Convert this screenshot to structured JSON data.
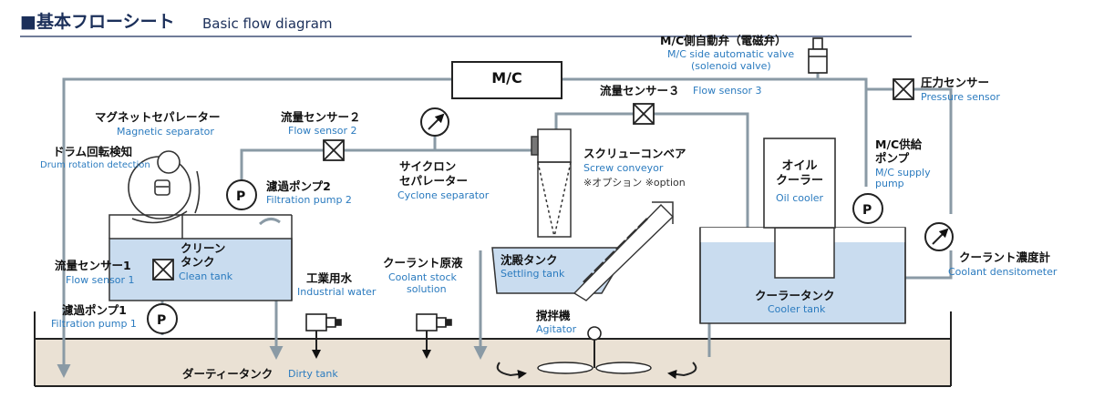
{
  "header": {
    "title_jp": "■基本フローシート",
    "title_en": "Basic flow diagram"
  },
  "mc": {
    "label": "M/C"
  },
  "mc_valve": {
    "jp": "M/C側自動弁（電磁弁）",
    "en1": "M/C side automatic valve",
    "en2": "(solenoid valve)"
  },
  "pressure_sensor": {
    "jp": "圧力センサー",
    "en": "Pressure sensor"
  },
  "flow_sensor_3": {
    "jp": "流量センサー３",
    "en": "Flow sensor 3"
  },
  "flow_sensor_2": {
    "jp": "流量センサー２",
    "en": "Flow sensor 2"
  },
  "flow_sensor_1": {
    "jp": "流量センサー1",
    "en": "Flow sensor 1"
  },
  "magnetic_separator": {
    "jp": "マグネットセパレーター",
    "en": "Magnetic separator"
  },
  "drum_detection": {
    "jp": "ドラム回転検知",
    "en": "Drum rotation detection"
  },
  "filtration_pump_2": {
    "jp": "濾過ポンプ2",
    "en": "Filtration pump 2"
  },
  "filtration_pump_1": {
    "jp": "濾過ポンプ1",
    "en": "Filtration pump 1"
  },
  "clean_tank": {
    "jp1": "クリーン",
    "jp2": "タンク",
    "en": "Clean tank"
  },
  "cyclone": {
    "jp1": "サイクロン",
    "jp2": "セパレーター",
    "en": "Cyclone separator"
  },
  "screw_conveyor": {
    "jp": "スクリューコンベア",
    "en": "Screw conveyor",
    "option": "※オプション ※option"
  },
  "settling_tank": {
    "jp": "沈殿タンク",
    "en": "Settling tank"
  },
  "industrial_water": {
    "jp": "工業用水",
    "en": "Industrial water"
  },
  "coolant_stock": {
    "jp": "クーラント原液",
    "en1": "Coolant stock",
    "en2": "solution"
  },
  "agitator": {
    "jp": "撹拌機",
    "en": "Agitator"
  },
  "dirty_tank": {
    "jp": "ダーティータンク",
    "en": "Dirty tank"
  },
  "oil_cooler": {
    "jp1": "オイル",
    "jp2": "クーラー",
    "en": "Oil cooler"
  },
  "cooler_tank": {
    "jp": "クーラータンク",
    "en": "Cooler tank"
  },
  "mc_supply_pump": {
    "jp1": "M/C供給",
    "jp2": "ポンプ",
    "en1": "M/C supply",
    "en2": "pump"
  },
  "densitometer": {
    "jp": "クーラント濃度計",
    "en": "Coolant densitometer"
  },
  "pump_symbol": "P"
}
